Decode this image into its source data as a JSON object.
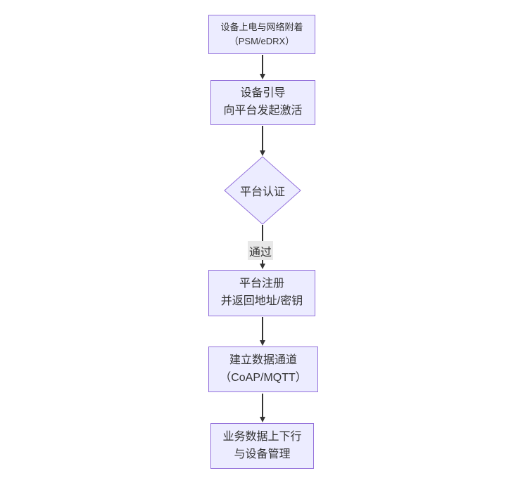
{
  "diagram": {
    "type": "flowchart",
    "direction": "top-down",
    "colors": {
      "background": "#ffffff",
      "node_fill": "#ececff",
      "node_border": "#9370db",
      "text": "#333333",
      "edge": "#333333",
      "edge_label_bg": "#e8e8e8"
    },
    "nodes": [
      {
        "id": "power-attach",
        "shape": "rect",
        "lines": [
          "设备上电与网络附着",
          "（PSM/eDRX）"
        ]
      },
      {
        "id": "device-bootstrap",
        "shape": "rect",
        "lines": [
          "设备引导",
          "向平台发起激活"
        ]
      },
      {
        "id": "platform-auth",
        "shape": "diamond",
        "lines": [
          "平台认证"
        ]
      },
      {
        "id": "platform-register",
        "shape": "rect",
        "lines": [
          "平台注册",
          "并返回地址/密钥"
        ]
      },
      {
        "id": "data-channel",
        "shape": "rect",
        "lines": [
          "建立数据通道",
          "（CoAP/MQTT）"
        ]
      },
      {
        "id": "business-data",
        "shape": "rect",
        "lines": [
          "业务数据上下行",
          "与设备管理"
        ]
      }
    ],
    "edges": [
      {
        "from": "power-attach",
        "to": "device-bootstrap",
        "label": ""
      },
      {
        "from": "device-bootstrap",
        "to": "platform-auth",
        "label": ""
      },
      {
        "from": "platform-auth",
        "to": "platform-register",
        "label": "通过"
      },
      {
        "from": "platform-register",
        "to": "data-channel",
        "label": ""
      },
      {
        "from": "data-channel",
        "to": "business-data",
        "label": ""
      }
    ]
  }
}
